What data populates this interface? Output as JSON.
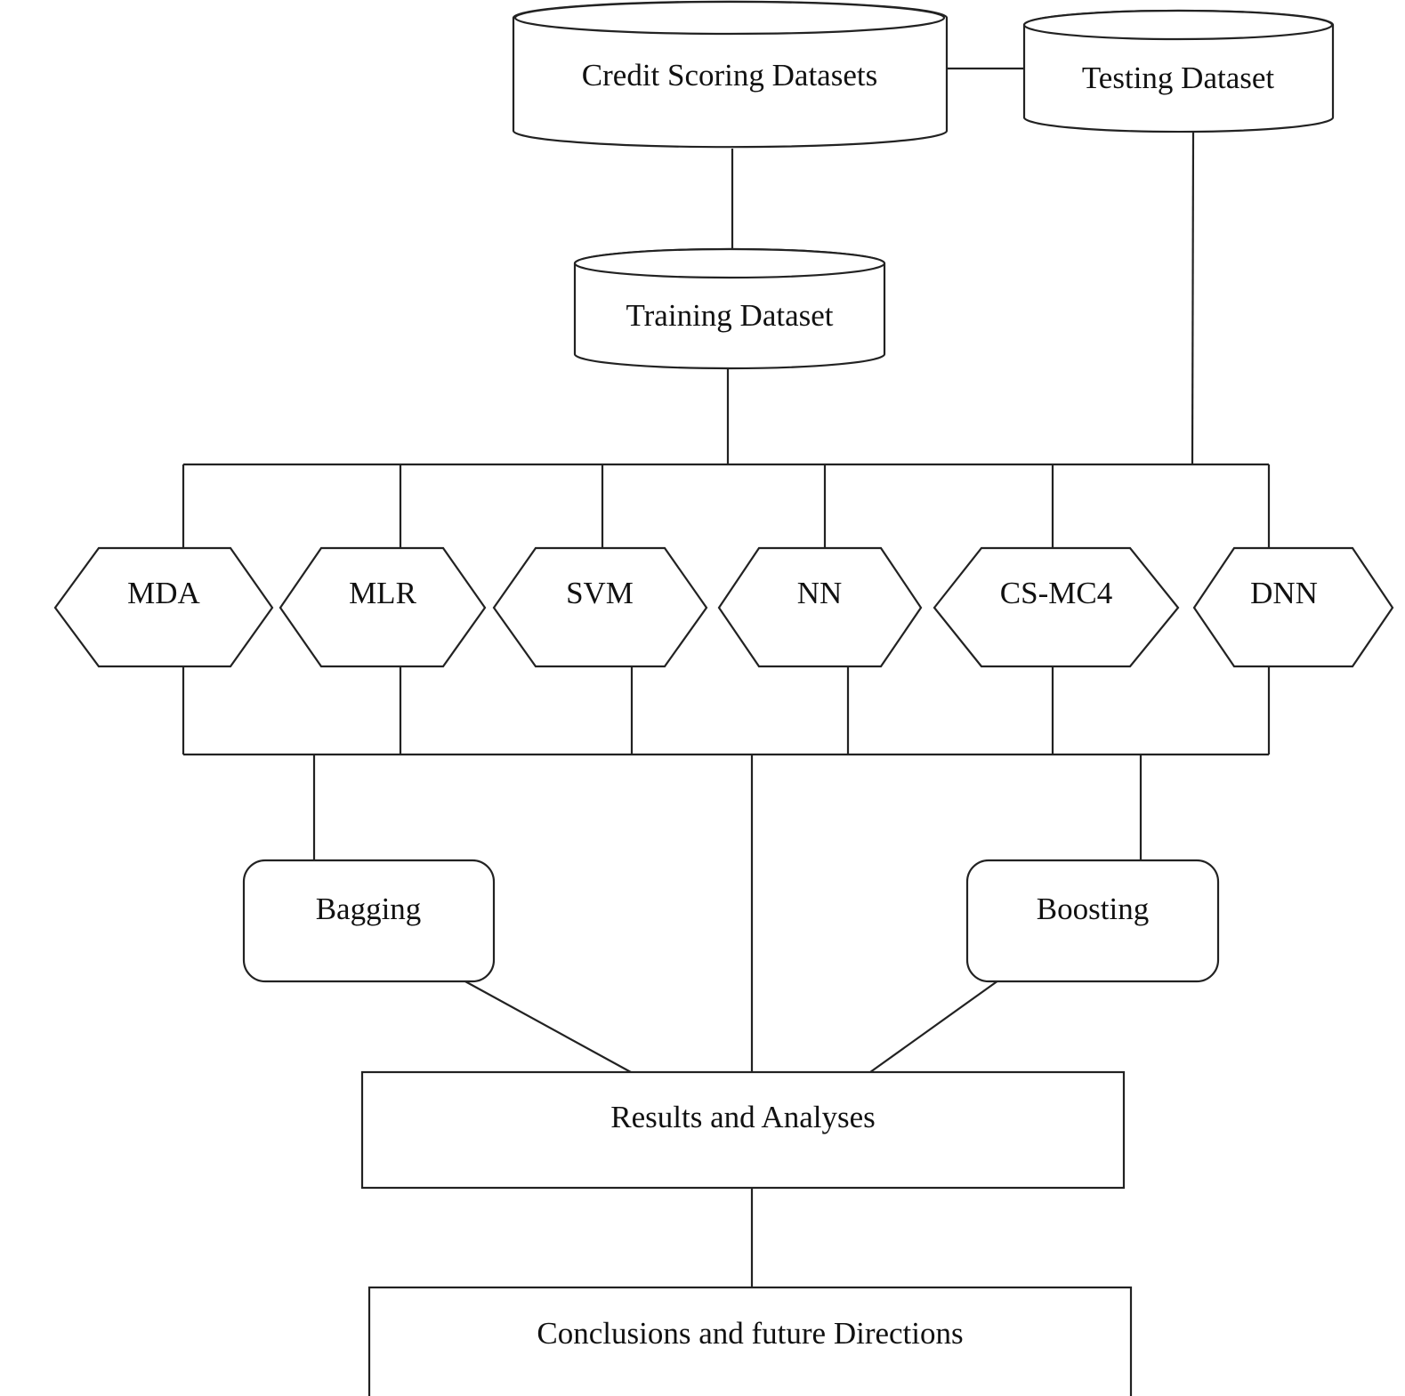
{
  "diagram": {
    "datasets": {
      "credit": "Credit Scoring Datasets",
      "testing": "Testing Dataset",
      "training": "Training Dataset"
    },
    "models": [
      "MDA",
      "MLR",
      "SVM",
      "NN",
      "CS-MC4",
      "DNN"
    ],
    "ensembles": {
      "bagging": "Bagging",
      "boosting": "Boosting"
    },
    "results": "Results and Analyses",
    "conclusions": "Conclusions and future Directions"
  },
  "colors": {
    "stroke": "#222222",
    "fill": "#ffffff",
    "text": "#111111"
  }
}
